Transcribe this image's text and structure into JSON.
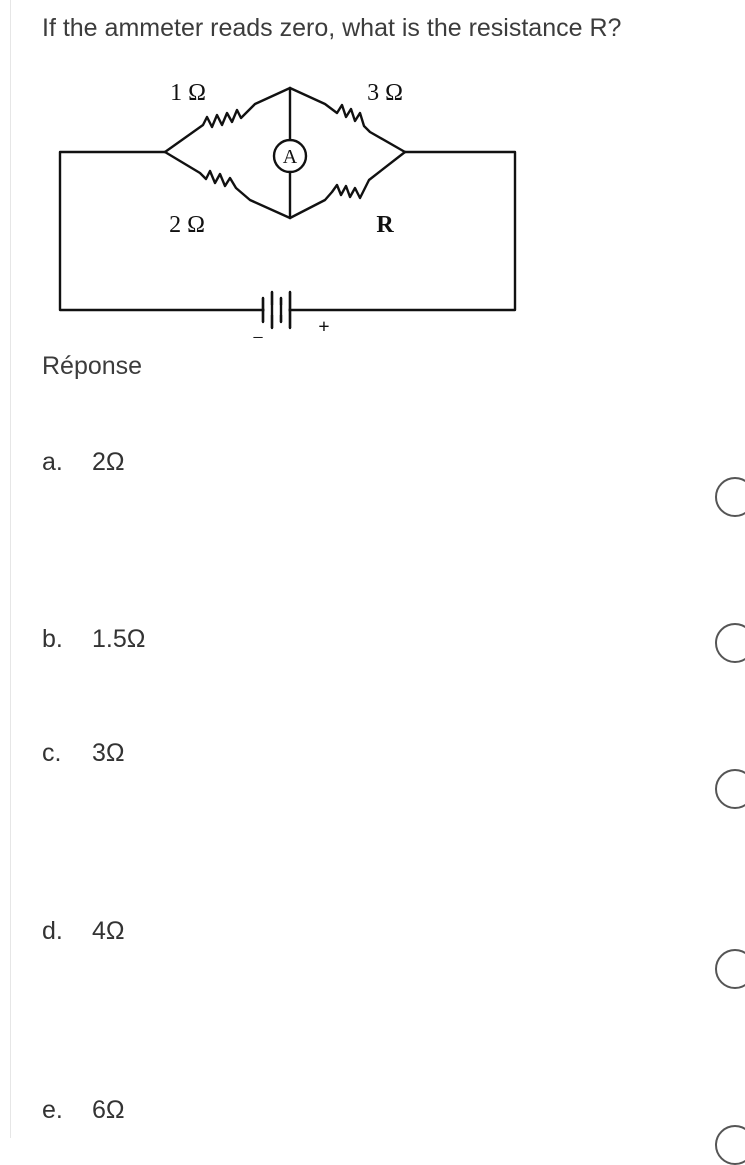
{
  "question": "If the ammeter reads zero, what is the resistance R?",
  "diagram": {
    "label_r1": "1 Ω",
    "label_r2": "3 Ω",
    "label_r3": "2 Ω",
    "label_r4": "R",
    "ammeter": "A",
    "battery_plus": "+",
    "battery_minus": "−"
  },
  "answer_label": "Réponse",
  "options": [
    {
      "letter": "a.",
      "text": "2Ω"
    },
    {
      "letter": "b.",
      "text": "1.5Ω"
    },
    {
      "letter": "c.",
      "text": "3Ω"
    },
    {
      "letter": "d.",
      "text": "4Ω"
    },
    {
      "letter": "e.",
      "text": "6Ω"
    }
  ]
}
